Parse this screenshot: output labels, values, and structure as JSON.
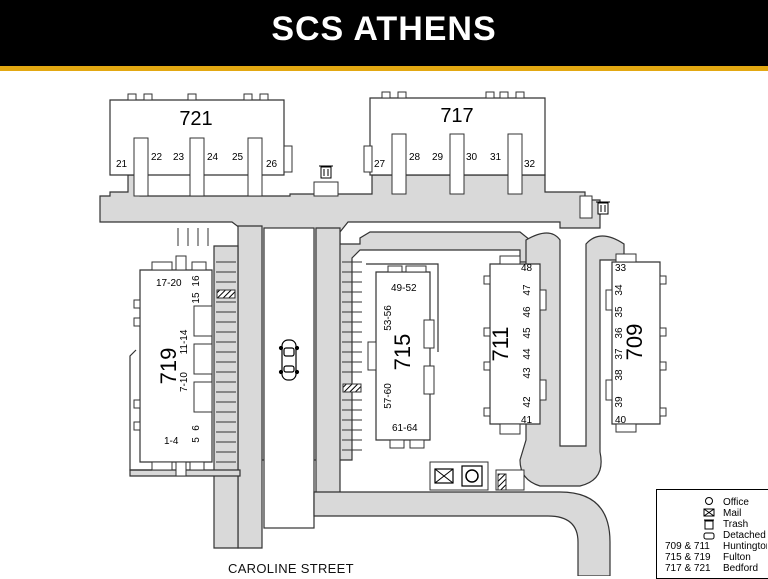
{
  "header": {
    "title": "SCS ATHENS"
  },
  "colors": {
    "header_bg": "#000000",
    "accent_stripe": "#e3a812",
    "road": "#d9d9d9",
    "building": "#ffffff",
    "outline": "#333333"
  },
  "buildings": {
    "b721": {
      "number": "721",
      "units": [
        "21",
        "22",
        "23",
        "24",
        "25",
        "26"
      ]
    },
    "b717": {
      "number": "717",
      "units": [
        "27",
        "28",
        "29",
        "30",
        "31",
        "32"
      ]
    },
    "b719": {
      "number": "719",
      "units": [
        "17-20",
        "16",
        "15",
        "11-14",
        "7-10",
        "1-4",
        "5",
        "6"
      ]
    },
    "b715": {
      "number": "715",
      "units": [
        "49-52",
        "53-56",
        "57-60",
        "61-64"
      ]
    },
    "b711": {
      "number": "711",
      "units": [
        "48",
        "47",
        "46",
        "45",
        "44",
        "43",
        "42",
        "41"
      ]
    },
    "b709": {
      "number": "709",
      "units": [
        "33",
        "34",
        "35",
        "36",
        "37",
        "38",
        "39",
        "40"
      ]
    }
  },
  "street": {
    "name": "CAROLINE STREET"
  },
  "legend": {
    "office": "Office",
    "mail": "Mail",
    "trash": "Trash",
    "detached": "Detached",
    "rows": [
      {
        "buildings": "709 & 711",
        "name": "Huntington"
      },
      {
        "buildings": "715 & 719",
        "name": "Fulton"
      },
      {
        "buildings": "717 & 721",
        "name": "Bedford"
      }
    ]
  }
}
